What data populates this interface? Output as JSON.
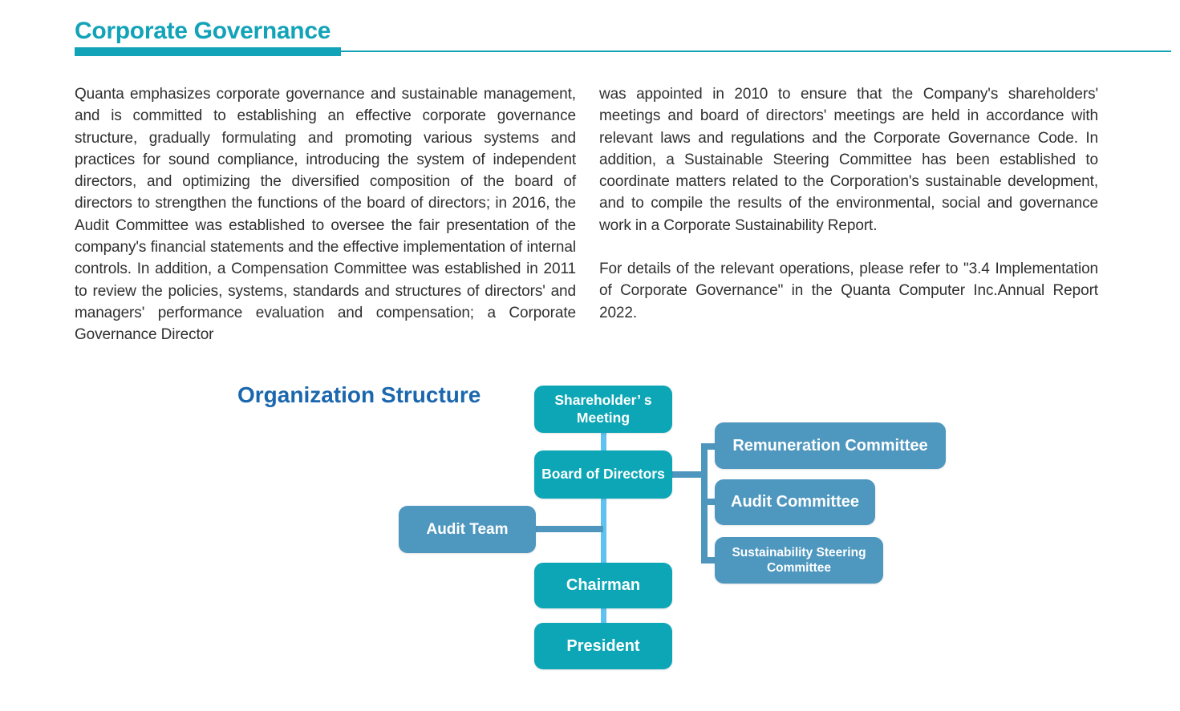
{
  "page": {
    "title": "Corporate Governance"
  },
  "article": {
    "left_column": "Quanta emphasizes corporate governance and sustainable management, and is committed to establishing an effective corporate governance structure, gradually formulating and promoting various systems and practices for sound compliance, introducing the system of independent directors, and optimizing the diversified composition of the board of directors to strengthen the functions of the board of directors; in 2016, the Audit Committee was established to oversee the fair presentation of the company's financial statements and the effective implementation of internal controls. In addition, a Compensation Committee was established in 2011 to review the policies, systems, standards and structures of directors' and managers' performance evaluation and compensation; a Corporate Governance Director",
    "right_column_p1": "was appointed in 2010 to ensure that the Company's shareholders' meetings and board of directors' meetings are held in accordance with relevant laws and regulations and the Corporate Governance Code. In addition, a Sustainable Steering Committee has been established to coordinate matters related to the Corporation's sustainable development, and to compile the results of the environmental, social and governance work in a Corporate Sustainability Report.",
    "right_column_p2": "For details of the relevant operations, please refer to \"3.4 Implementation of Corporate Governance\" in the Quanta Computer Inc.Annual Report 2022."
  },
  "org_chart": {
    "heading": "Organization Structure",
    "nodes": [
      {
        "id": "shareholders-meeting",
        "label": "Shareholder’ s\nMeeting"
      },
      {
        "id": "board-of-directors",
        "label": "Board of Directors"
      },
      {
        "id": "remuneration-committee",
        "label": "Remuneration Committee"
      },
      {
        "id": "audit-committee",
        "label": "Audit Committee"
      },
      {
        "id": "sustainability-steering-committee",
        "label": "Sustainability Steering\nCommittee"
      },
      {
        "id": "audit-team",
        "label": "Audit Team"
      },
      {
        "id": "chairman",
        "label": "Chairman"
      },
      {
        "id": "president",
        "label": "President"
      }
    ]
  },
  "colors": {
    "accent_teal": "#12A3B8",
    "heading_blue": "#1B67AE",
    "node_teal": "#0CA6B6",
    "node_blue": "#4E97BF",
    "connector_steel": "#4E96BD",
    "connector_light": "#5FC2F0",
    "body_text": "#303030"
  }
}
